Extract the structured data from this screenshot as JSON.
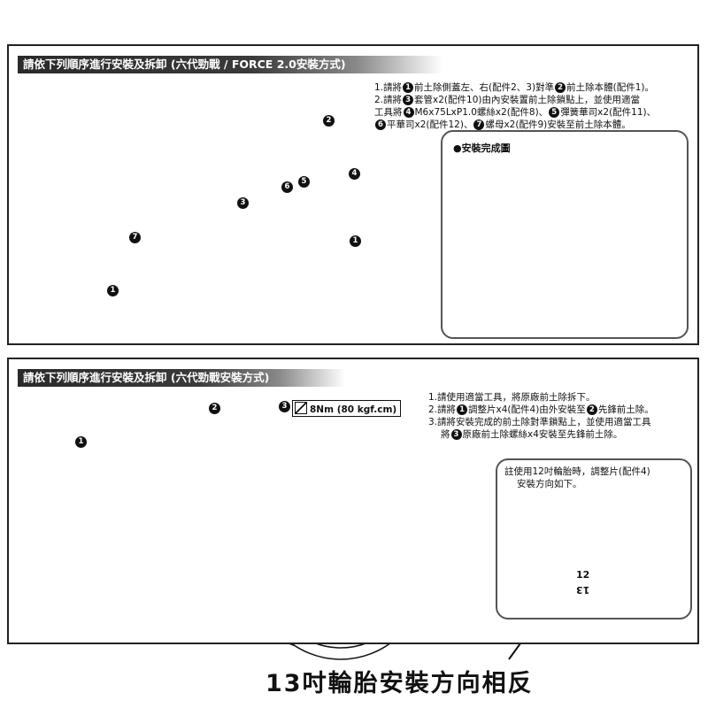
{
  "top": {
    "title": "請依下列順序進行安裝及拆卸 (六代勁戰 / FORCE 2.0安裝方式)",
    "steps": [
      {
        "n": "1",
        "parts": [
          "1.請將",
          "①",
          "前土除側蓋左、右(配件2、3)對準",
          "②",
          "前土除本體(配件1)。"
        ]
      },
      {
        "n": "2a",
        "parts": [
          "2.請將",
          "③",
          "套管x2(配件10)由內安裝置前土除鎖點上，並使用適當"
        ]
      },
      {
        "n": "2b",
        "parts": [
          "工具將",
          "④",
          "M6x75LxP1.0螺絲x2(配件8)、",
          "⑤",
          "彈簧華司x2(配件11)、"
        ]
      },
      {
        "n": "2c",
        "parts": [
          "⑥",
          "平華司x2(配件12)、",
          "⑦",
          "螺母x2(配件9)安裝至前土除本體。"
        ]
      }
    ],
    "inset_title": "●安裝完成圖",
    "callouts": [
      "2",
      "3",
      "4",
      "5",
      "6",
      "7",
      "1",
      "1"
    ]
  },
  "bottom": {
    "title": "請依下列順序進行安裝及拆卸 (六代勁戰安裝方式)",
    "steps": [
      {
        "parts": [
          "1.請使用適當工具，將原廠前土除拆下。"
        ]
      },
      {
        "parts": [
          "2.請將",
          "①",
          "調整片x4(配件4)由外安裝至",
          "②",
          "先鋒前土除。"
        ]
      },
      {
        "parts": [
          "3.請將安裝完成的前土除對準鎖點上，並使用適當工具"
        ]
      },
      {
        "parts": [
          "將",
          "③",
          "原廠前土除螺絲x4安裝至先鋒前土除。"
        ]
      }
    ],
    "torque": "8Nm (80 kgf.cm)",
    "note_line1": "註使用12吋輪胎時，調整片(配件4)",
    "note_line2": "安裝方向如下。",
    "spacer_label": "12",
    "spacer_label_rot": "13",
    "callouts": [
      "1",
      "2",
      "3"
    ]
  },
  "caption": "13吋輪胎安裝方向相反"
}
